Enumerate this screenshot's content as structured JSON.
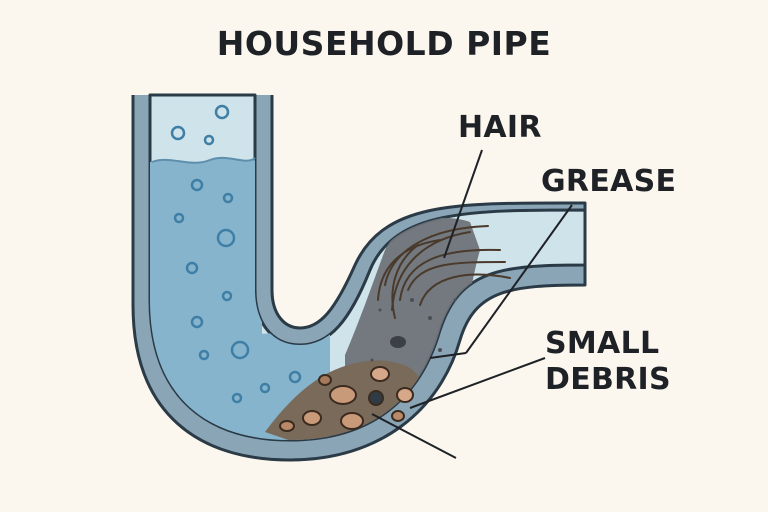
{
  "title": "HOUSEHOLD PIPE",
  "labels": {
    "hair": "HAIR",
    "grease": "GREASE",
    "debris_line1": "SMALL",
    "debris_line2": "DEBRIS"
  }
}
